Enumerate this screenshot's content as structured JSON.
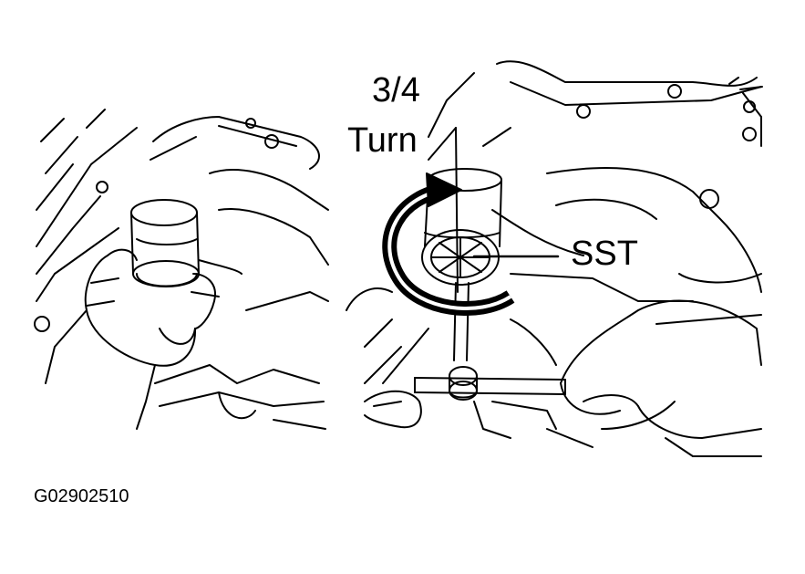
{
  "figure": {
    "id_code": "G02902510"
  },
  "labels": {
    "rotation_amount": "3/4",
    "rotation_word": "Turn",
    "tool": "SST"
  },
  "colors": {
    "ink": "#000000",
    "background": "#ffffff"
  },
  "icons": {
    "rotation": "circular-arrow-icon"
  }
}
